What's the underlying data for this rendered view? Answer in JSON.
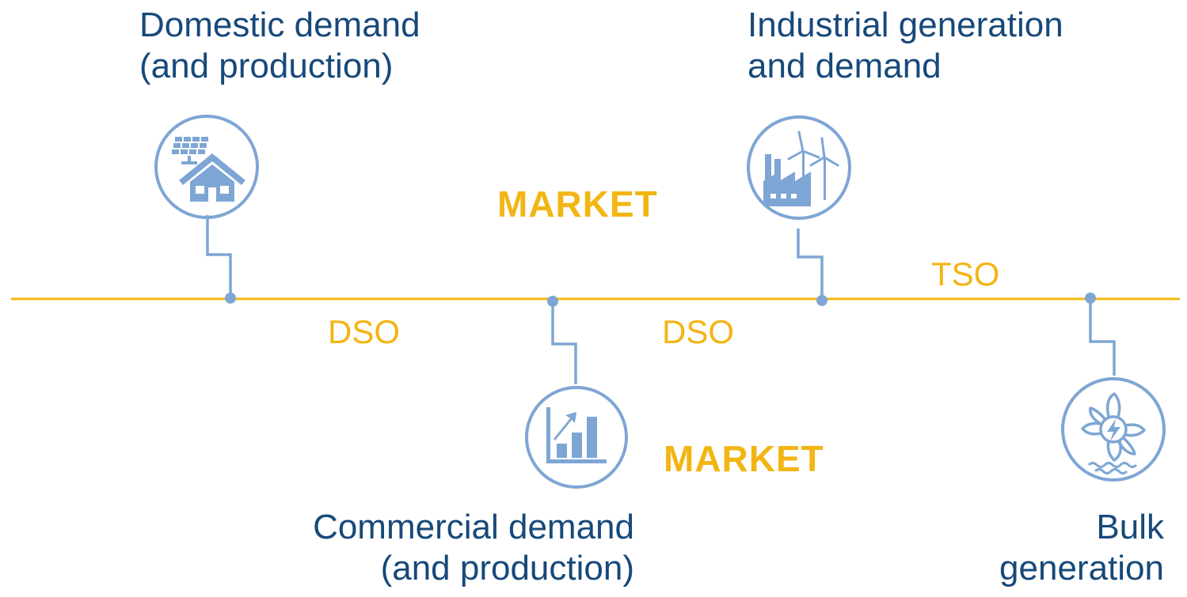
{
  "labels": {
    "domestic": [
      "Domestic demand",
      "(and production)"
    ],
    "industrial": [
      "Industrial generation",
      "and demand"
    ],
    "commercial": [
      "Commercial demand",
      "(and production)"
    ],
    "bulk": [
      "Bulk",
      "generation"
    ]
  },
  "grid_labels": {
    "dso_left": "DSO",
    "dso_right": "DSO",
    "tso": "TSO"
  },
  "market_labels": {
    "upper": "MARKET",
    "lower": "MARKET"
  },
  "icons": {
    "domestic": "solar-house-icon",
    "commercial": "growth-chart-icon",
    "industrial": "factory-wind-turbine-icon",
    "bulk": "hydro-turbine-icon"
  },
  "colors": {
    "grid_line": "#f3b514",
    "connector": "#7ea6d4",
    "text_dark": "#17497a",
    "accent_text": "#f3b514"
  }
}
